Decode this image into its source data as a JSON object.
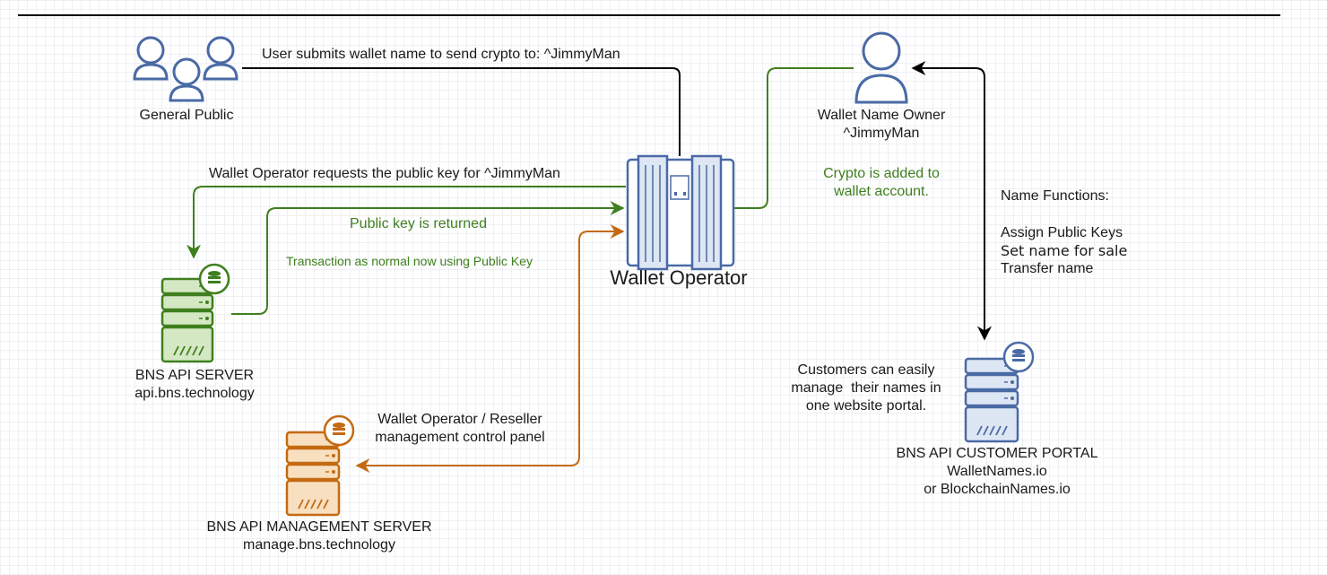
{
  "nodes": {
    "general_public": "General Public",
    "wallet_owner_line1": "Wallet Name Owner",
    "wallet_owner_line2": "^JimmyMan",
    "wallet_operator": "Wallet Operator",
    "bns_api_server_line1": "BNS API SERVER",
    "bns_api_server_line2": "api.bns.technology",
    "management_server_line1": "BNS API MANAGEMENT SERVER",
    "management_server_line2": "manage.bns.technology",
    "customer_portal_line1": "BNS API CUSTOMER PORTAL",
    "customer_portal_line2": "WalletNames.io",
    "customer_portal_line3": "or BlockchainNames.io"
  },
  "edges": {
    "submit_name": "User submits wallet name to send crypto to:  ^JimmyMan",
    "request_key": "Wallet Operator requests the public key for ^JimmyMan",
    "key_returned": "Public key is returned",
    "transaction": "Transaction as normal now using Public Key",
    "crypto_added_line1": "Crypto is added to",
    "crypto_added_line2": "wallet account.",
    "reseller_line1": "Wallet Operator / Reseller",
    "reseller_line2": "management control panel"
  },
  "notes": {
    "name_functions_title": "Name Functions:",
    "name_functions_items": [
      "Assign Public Keys",
      "Set name for sale",
      "Transfer name"
    ],
    "customers_line1": "Customers can easily",
    "customers_line2": "manage  their names in",
    "customers_line3": "one website portal."
  },
  "colors": {
    "black_edge": "#000000",
    "green_edge": "#3f7f1e",
    "orange_edge": "#c46a12",
    "blue_icon": "#4a6aa5",
    "green_server_fill": "#d5e8c4",
    "orange_server_fill": "#f8dfc0",
    "blue_server_fill": "#dde6f3"
  }
}
